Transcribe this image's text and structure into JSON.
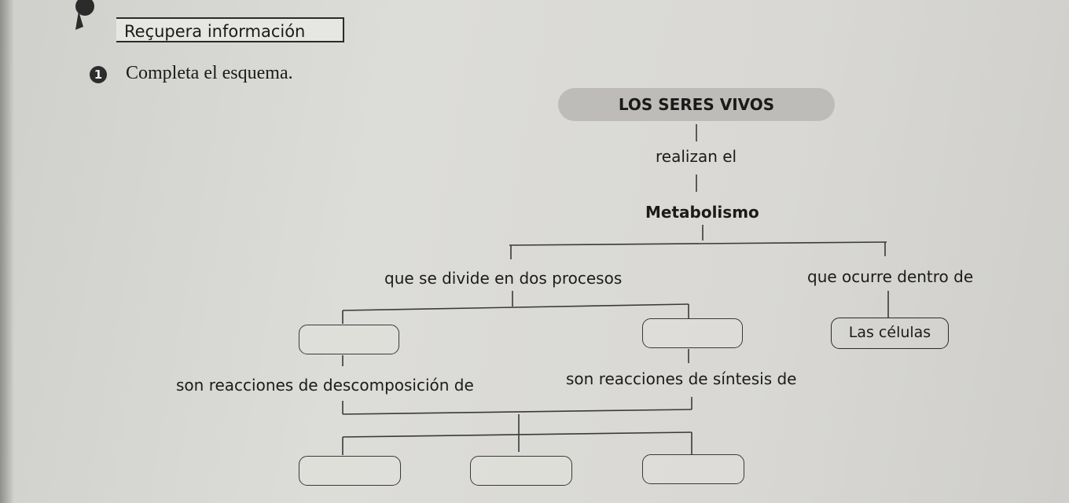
{
  "header": {
    "title": "Reçupera información",
    "icon": "lightbulb-icon"
  },
  "task": {
    "number": "1",
    "instruction": "Completa el esquema."
  },
  "scheme": {
    "root": "LOS SERES VIVOS",
    "connector_1": "realizan el",
    "concept": "Metabolismo",
    "left_branch": "que se divide en dos procesos",
    "right_branch": "que ocurre dentro de",
    "right_answer": "Las células",
    "sub_left": "son reacciones de descomposición de",
    "sub_right": "son reacciones de síntesis de"
  }
}
